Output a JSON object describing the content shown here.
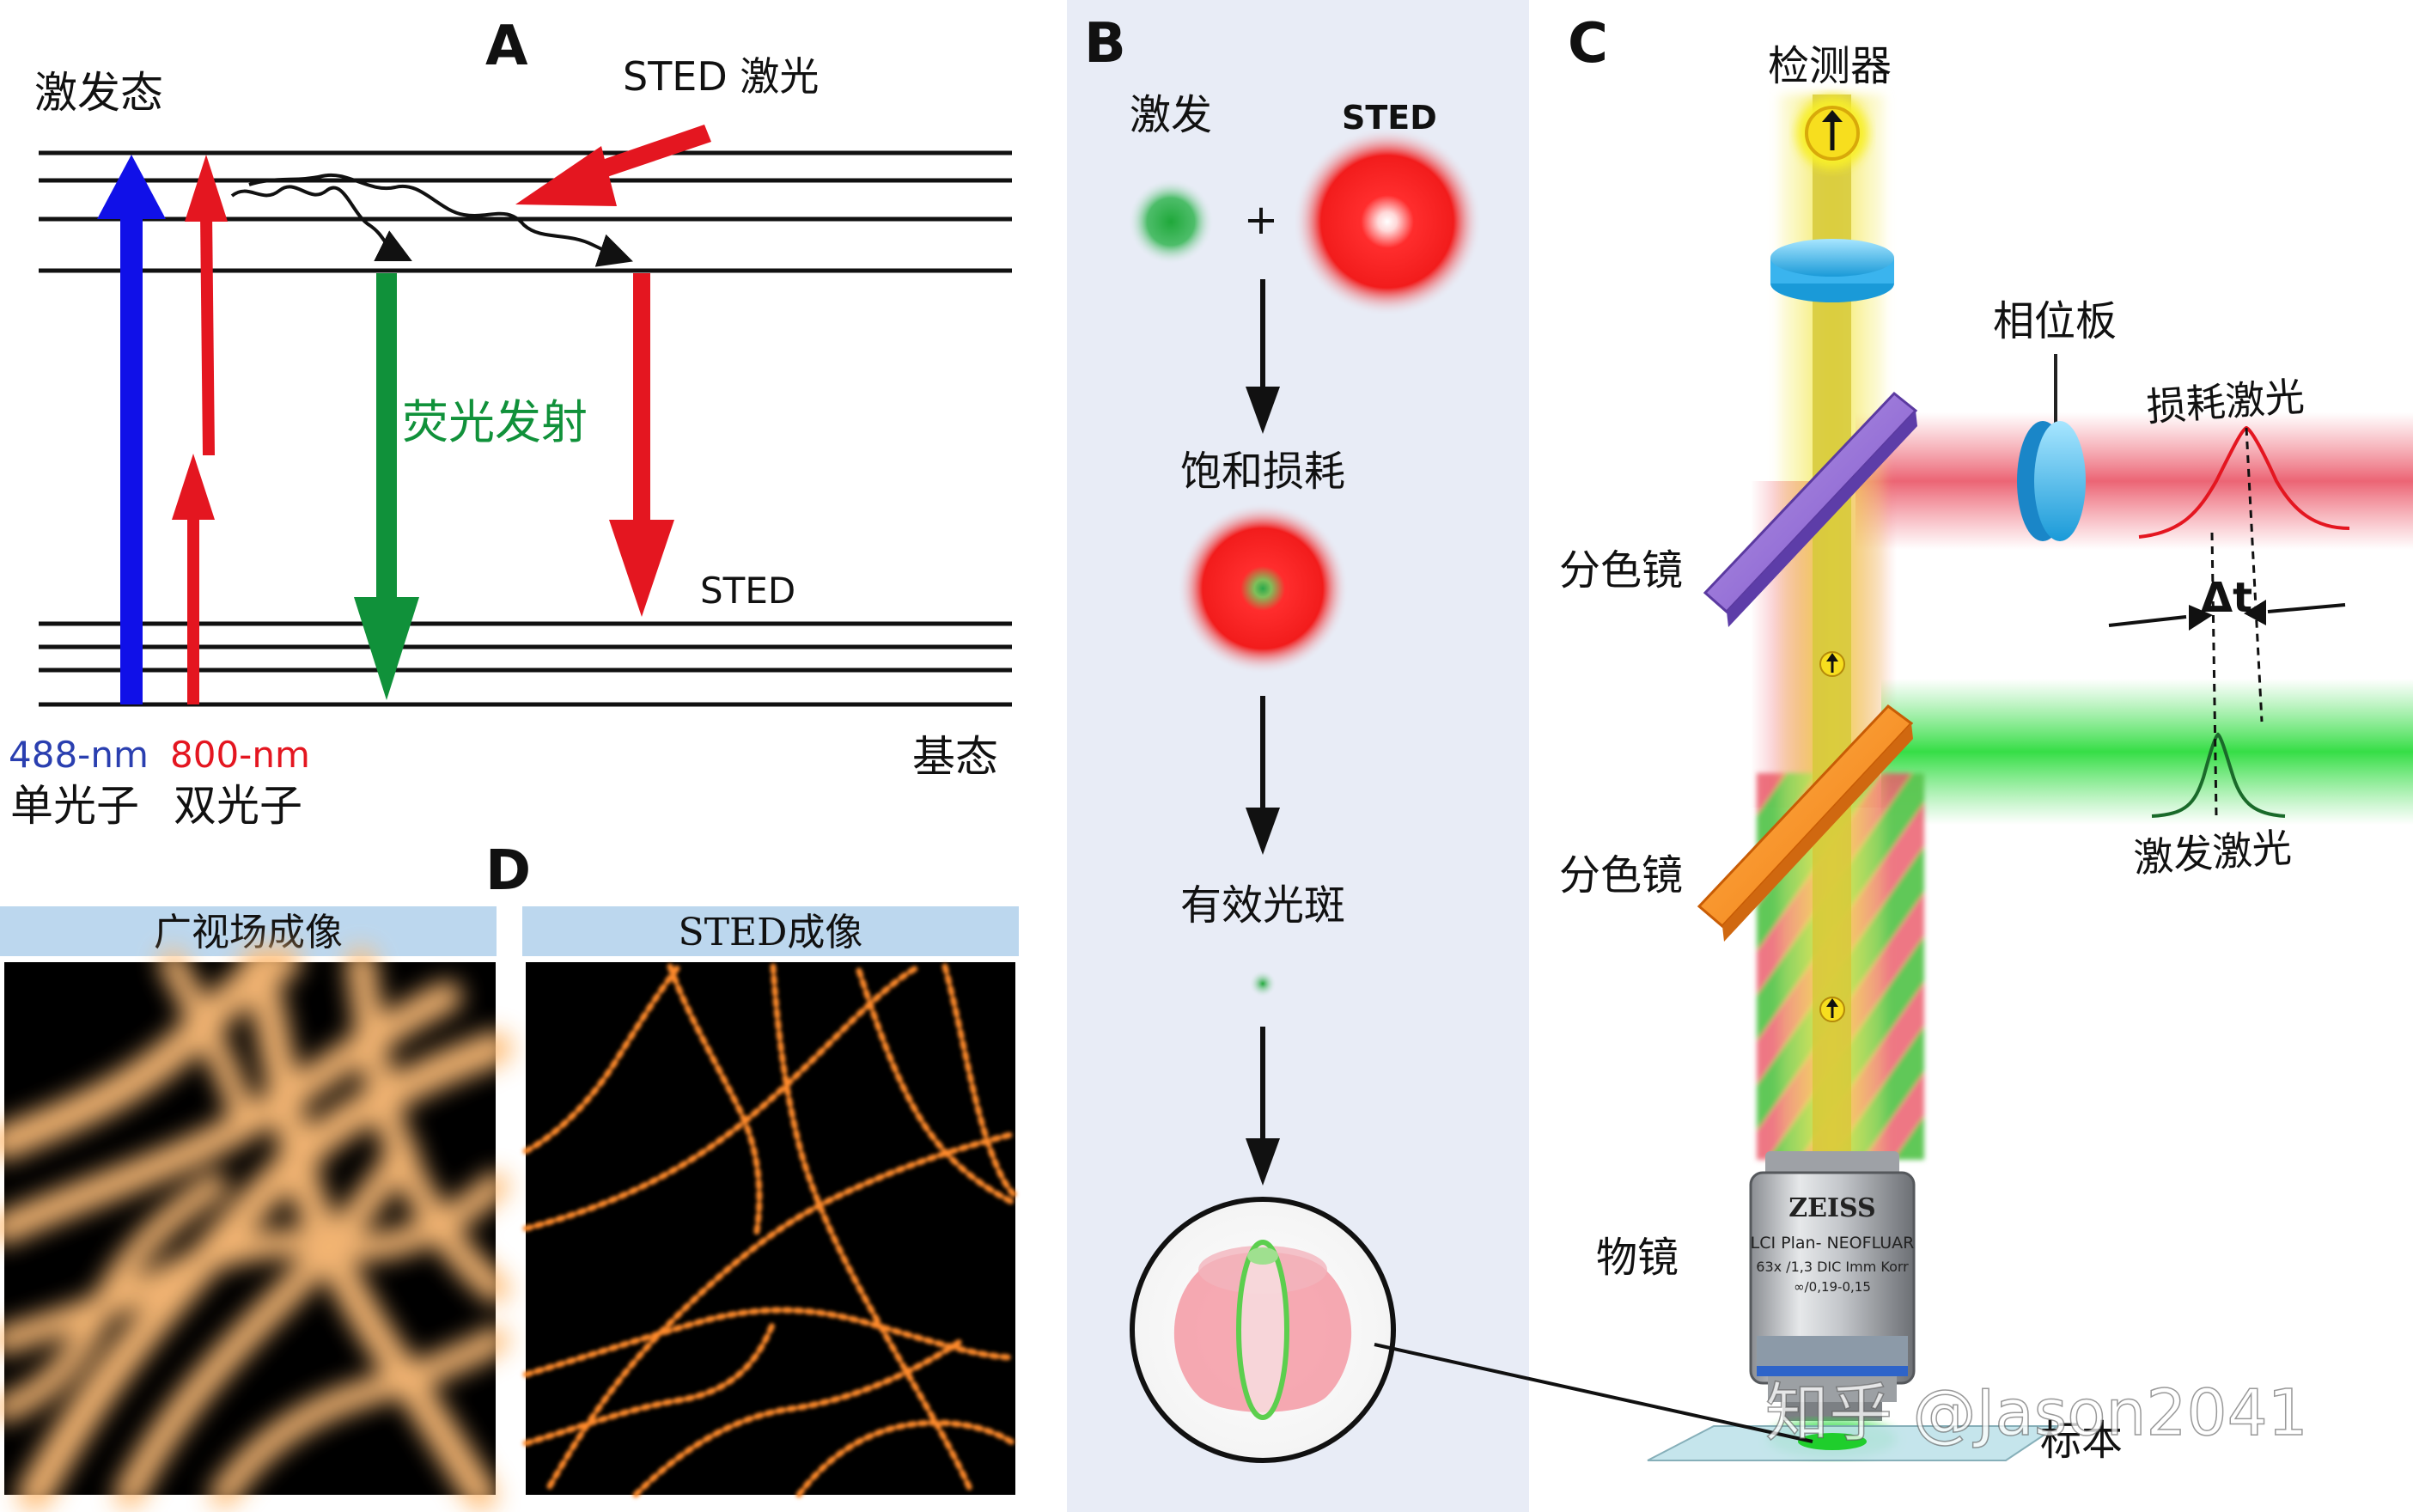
{
  "panel_a": {
    "letter": "A",
    "excited_state": "激发态",
    "sted_laser": "STED 激光",
    "fluorescence": "荧光发射",
    "sted": "STED",
    "ground_state": "基态",
    "wl_488": "488-nm",
    "wl_800": "800-nm",
    "single_photon": "单光子",
    "two_photon": "双光子",
    "colors": {
      "blue": "#1010e8",
      "red": "#e41620",
      "green": "#10913a"
    }
  },
  "panel_b": {
    "letter": "B",
    "excitation": "激发",
    "sted": "STED",
    "plus": "+",
    "saturated_depletion": "饱和损耗",
    "effective_spot": "有效光斑"
  },
  "panel_c": {
    "letter": "C",
    "detector": "检测器",
    "phase_plate": "相位板",
    "depletion_laser": "损耗激光",
    "dichroic_1": "分色镜",
    "dichroic_2": "分色镜",
    "delta_t": "Δt",
    "excitation_laser": "激发激光",
    "objective": "物镜",
    "sample": "标本",
    "objective_brand": "ZEISS",
    "objective_model": "LCI Plan- NEOFLUAR",
    "objective_spec": "63x /1,3 DIC Imm Korr",
    "objective_spec2": "∞/0,19-0,15"
  },
  "panel_d": {
    "letter": "D",
    "widefield_title": "广视场成像",
    "sted_title": "STED成像"
  },
  "watermark": "知乎 @Jason2041"
}
